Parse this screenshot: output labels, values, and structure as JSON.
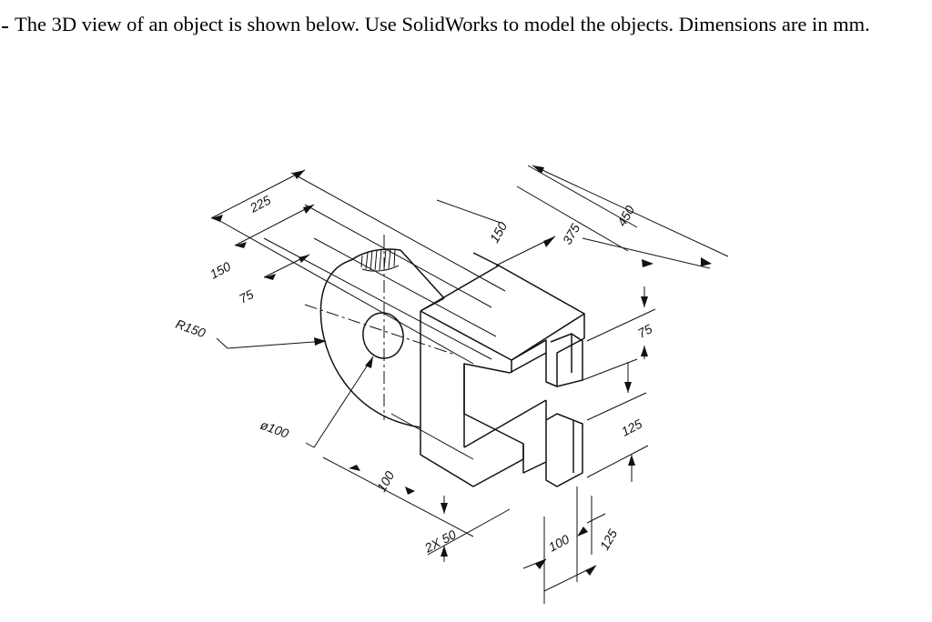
{
  "instruction": {
    "text": "The 3D view of an object is shown below. Use SolidWorks to model the objects. Dimensions are in mm."
  },
  "dimensions": {
    "d225": "225",
    "d150_left": "150",
    "d75_left": "75",
    "r150": "R150",
    "dia100": "ø100",
    "d100_bottom": "100",
    "d150_top": "150",
    "d375": "375",
    "d450": "450",
    "d75_right": "75",
    "d125_right": "125",
    "d2x50": "2X 50",
    "d100_foot": "100",
    "d125_foot": "125"
  }
}
